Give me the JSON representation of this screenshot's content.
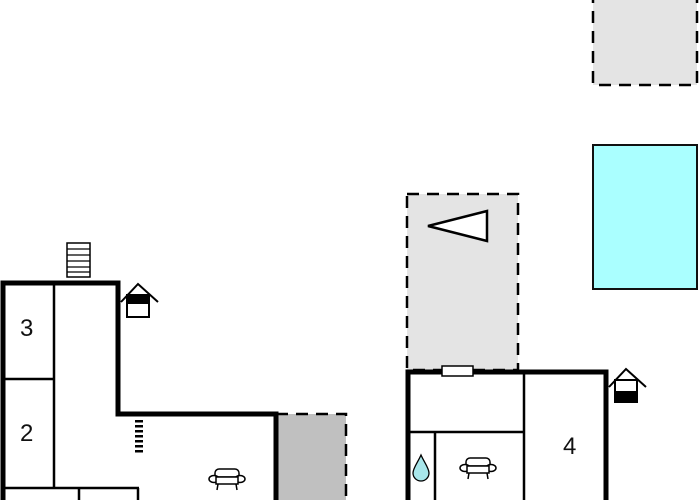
{
  "diagram": {
    "type": "floor-plan",
    "colors": {
      "wall": "#000000",
      "terrace": "#e4e4e4",
      "covered_area": "#c0c0c0",
      "pool": "#aaffff",
      "water_drop": "#a8e6ea",
      "background": "#ffffff"
    },
    "rooms": [
      {
        "id": "room-3",
        "label": "3"
      },
      {
        "id": "room-2",
        "label": "2"
      },
      {
        "id": "room-4",
        "label": "4"
      }
    ],
    "symbols": [
      "stairs-icon-top",
      "entrance-house-icon-left",
      "stairs-icon-small",
      "sofa-icon-left",
      "terrace-dashed-area-top-right",
      "pool-area",
      "terrace-dashed-area-middle",
      "direction-triangle-icon",
      "window-icon",
      "entrance-house-icon-right",
      "water-drop-icon",
      "sofa-icon-right",
      "covered-area-grey"
    ]
  }
}
